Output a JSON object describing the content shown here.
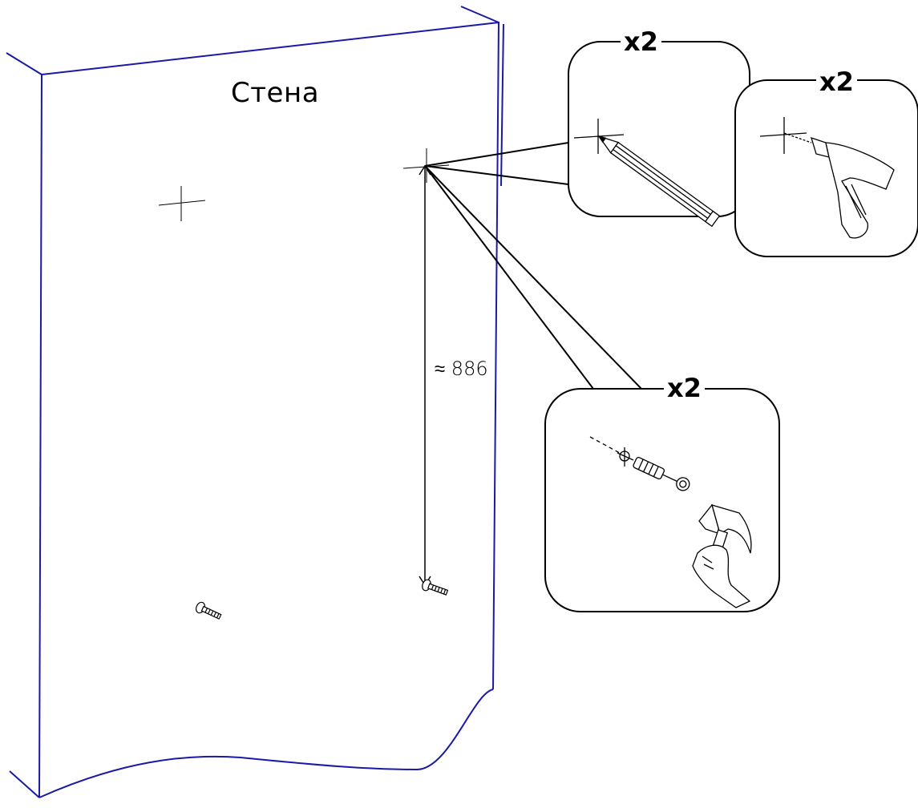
{
  "wall_label": "Стена",
  "distance_label": "≈ 886",
  "steps": {
    "mark": {
      "quantity": "x2",
      "icon": "pencil-icon"
    },
    "drill": {
      "quantity": "x2",
      "icon": "drill-icon"
    },
    "anchor": {
      "quantity": "x2",
      "icon": "hammer-icon"
    }
  },
  "colors": {
    "wall_outline": "#1a1aa6",
    "line": "#000000"
  }
}
